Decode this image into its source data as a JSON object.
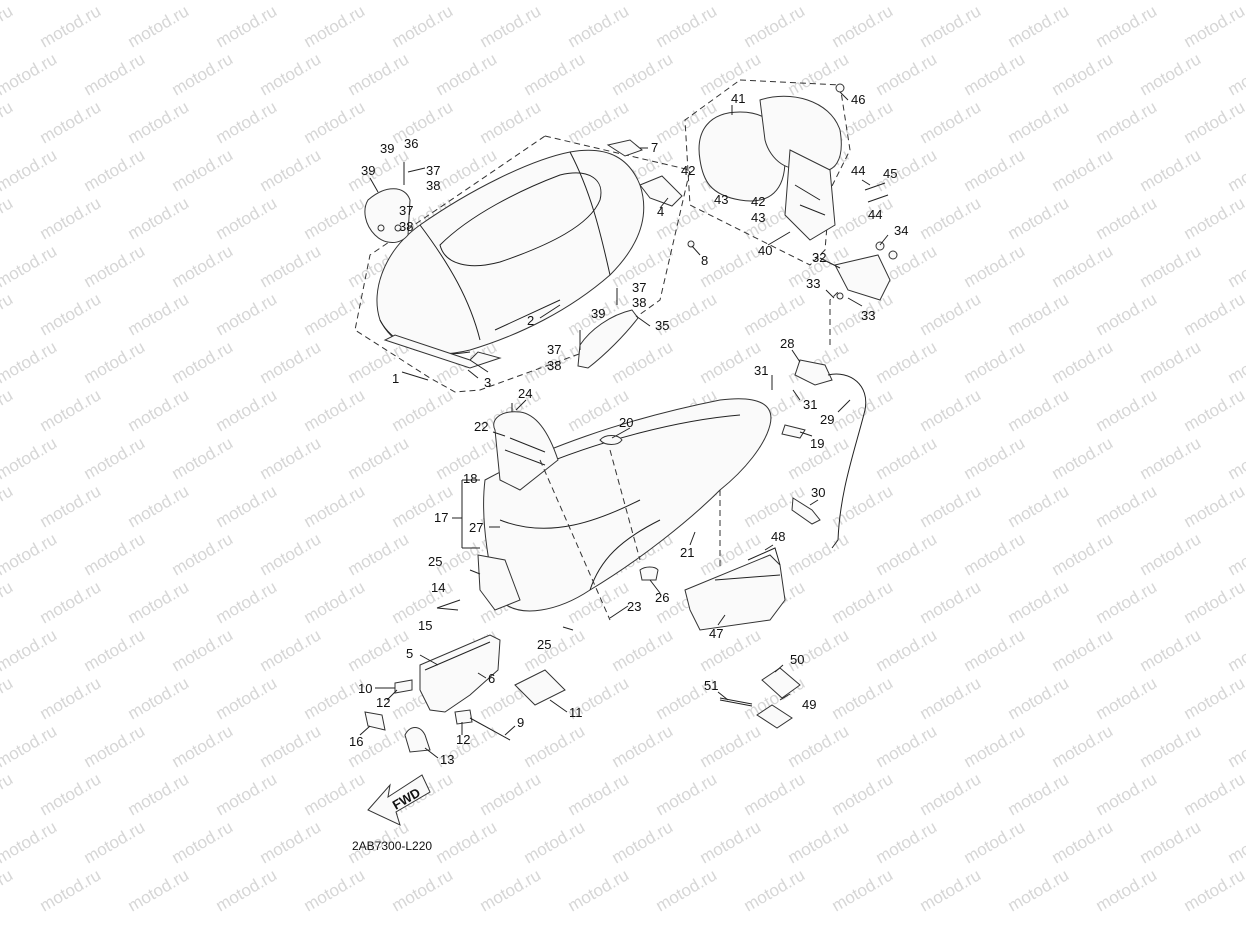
{
  "diagram": {
    "watermark_text": "motod.ru",
    "drawing_code": "2AB7300-L220",
    "fwd_label": "FWD",
    "callouts": [
      {
        "id": "c1",
        "text": "1"
      },
      {
        "id": "c2",
        "text": "2"
      },
      {
        "id": "c3",
        "text": "3"
      },
      {
        "id": "c4",
        "text": "4"
      },
      {
        "id": "c5",
        "text": "5"
      },
      {
        "id": "c6",
        "text": "6"
      },
      {
        "id": "c7",
        "text": "7"
      },
      {
        "id": "c8",
        "text": "8"
      },
      {
        "id": "c9",
        "text": "9"
      },
      {
        "id": "c10",
        "text": "10"
      },
      {
        "id": "c11",
        "text": "11"
      },
      {
        "id": "c12a",
        "text": "12"
      },
      {
        "id": "c12b",
        "text": "12"
      },
      {
        "id": "c13",
        "text": "13"
      },
      {
        "id": "c14",
        "text": "14"
      },
      {
        "id": "c15",
        "text": "15"
      },
      {
        "id": "c16",
        "text": "16"
      },
      {
        "id": "c17",
        "text": "17"
      },
      {
        "id": "c18",
        "text": "18"
      },
      {
        "id": "c19",
        "text": "19"
      },
      {
        "id": "c20",
        "text": "20"
      },
      {
        "id": "c21",
        "text": "21"
      },
      {
        "id": "c22",
        "text": "22"
      },
      {
        "id": "c23",
        "text": "23"
      },
      {
        "id": "c24",
        "text": "24"
      },
      {
        "id": "c25a",
        "text": "25"
      },
      {
        "id": "c25b",
        "text": "25"
      },
      {
        "id": "c26",
        "text": "26"
      },
      {
        "id": "c27",
        "text": "27"
      },
      {
        "id": "c28",
        "text": "28"
      },
      {
        "id": "c29",
        "text": "29"
      },
      {
        "id": "c30",
        "text": "30"
      },
      {
        "id": "c31a",
        "text": "31"
      },
      {
        "id": "c31b",
        "text": "31"
      },
      {
        "id": "c32",
        "text": "32"
      },
      {
        "id": "c33a",
        "text": "33"
      },
      {
        "id": "c33b",
        "text": "33"
      },
      {
        "id": "c34",
        "text": "34"
      },
      {
        "id": "c35",
        "text": "35"
      },
      {
        "id": "c36",
        "text": "36"
      },
      {
        "id": "c37a",
        "text": "37"
      },
      {
        "id": "c37b",
        "text": "37"
      },
      {
        "id": "c37c",
        "text": "37"
      },
      {
        "id": "c37d",
        "text": "37"
      },
      {
        "id": "c38a",
        "text": "38"
      },
      {
        "id": "c38b",
        "text": "38"
      },
      {
        "id": "c38c",
        "text": "38"
      },
      {
        "id": "c38d",
        "text": "38"
      },
      {
        "id": "c39a",
        "text": "39"
      },
      {
        "id": "c39b",
        "text": "39"
      },
      {
        "id": "c39c",
        "text": "39"
      },
      {
        "id": "c40",
        "text": "40"
      },
      {
        "id": "c41",
        "text": "41"
      },
      {
        "id": "c42a",
        "text": "42"
      },
      {
        "id": "c42b",
        "text": "42"
      },
      {
        "id": "c43a",
        "text": "43"
      },
      {
        "id": "c43b",
        "text": "43"
      },
      {
        "id": "c44a",
        "text": "44"
      },
      {
        "id": "c44b",
        "text": "44"
      },
      {
        "id": "c45",
        "text": "45"
      },
      {
        "id": "c46",
        "text": "46"
      },
      {
        "id": "c47",
        "text": "47"
      },
      {
        "id": "c48",
        "text": "48"
      },
      {
        "id": "c49",
        "text": "49"
      },
      {
        "id": "c50",
        "text": "50"
      },
      {
        "id": "c51",
        "text": "51"
      }
    ]
  }
}
